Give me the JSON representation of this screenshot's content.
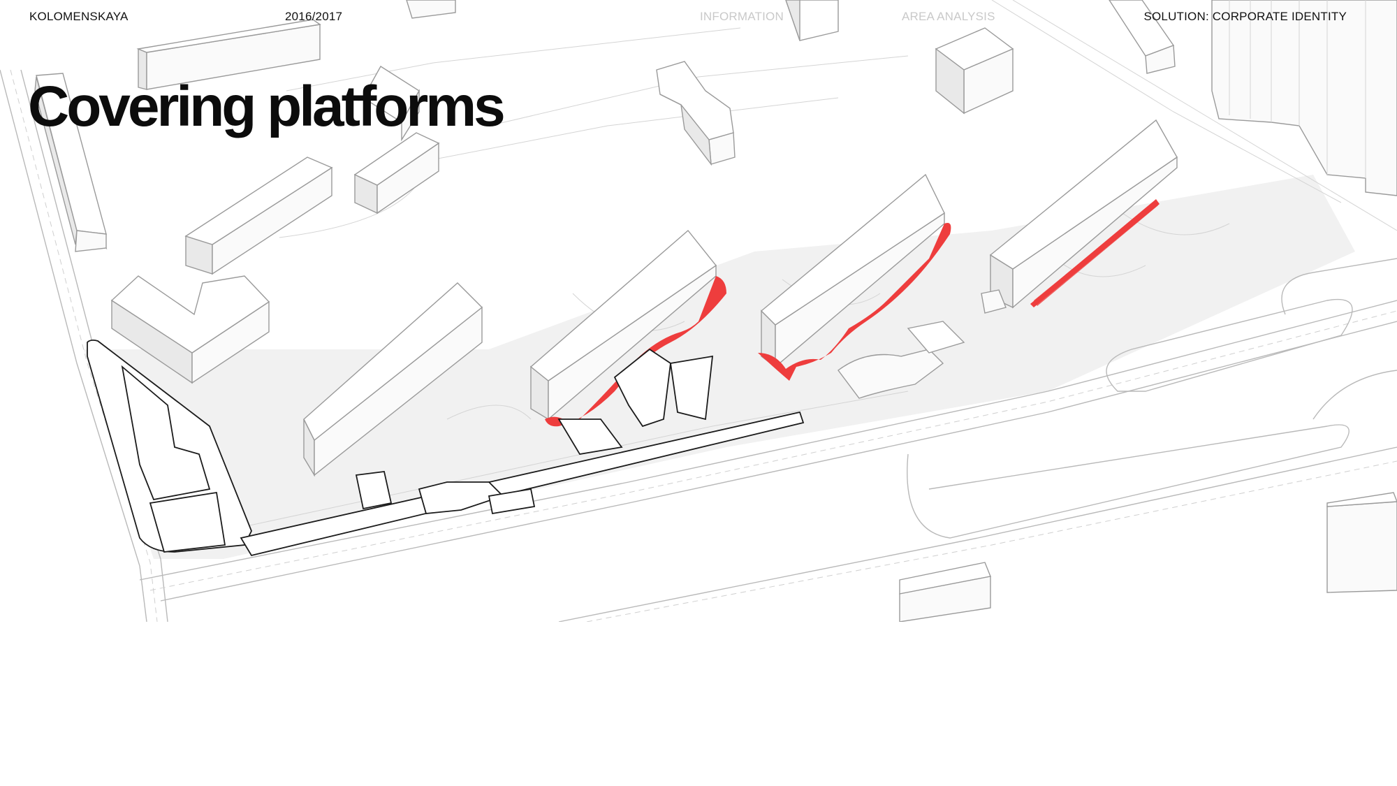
{
  "header": {
    "project": "KOLOMENSKAYA",
    "years": "2016/2017",
    "nav": [
      {
        "label": "INFORMATION",
        "active": false
      },
      {
        "label": "AREA ANALYSIS",
        "active": false
      },
      {
        "label": "SOLUTION: CORPORATE IDENTITY",
        "active": true
      }
    ]
  },
  "page": {
    "title": "Covering platforms"
  },
  "colors": {
    "accent": "#ee3d3d",
    "text": "#111111",
    "nav_inactive": "#c9c9c9"
  }
}
